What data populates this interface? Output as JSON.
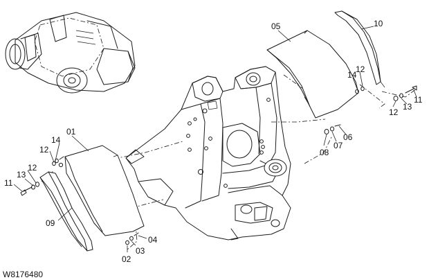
{
  "figure_code": "W8176480",
  "part_labels": {
    "p01": "01",
    "p02": "02",
    "p03": "03",
    "p04": "04",
    "p05": "05",
    "p06": "06",
    "p07": "07",
    "p08": "08",
    "p09": "09",
    "p10": "10",
    "p11_left": "11",
    "p11_right": "11",
    "p12_left_a": "12",
    "p12_left_b": "12",
    "p12_right_a": "12",
    "p12_right_b": "12",
    "p13_left": "13",
    "p13_right": "13",
    "p14_left": "14",
    "p14_right": "14"
  }
}
